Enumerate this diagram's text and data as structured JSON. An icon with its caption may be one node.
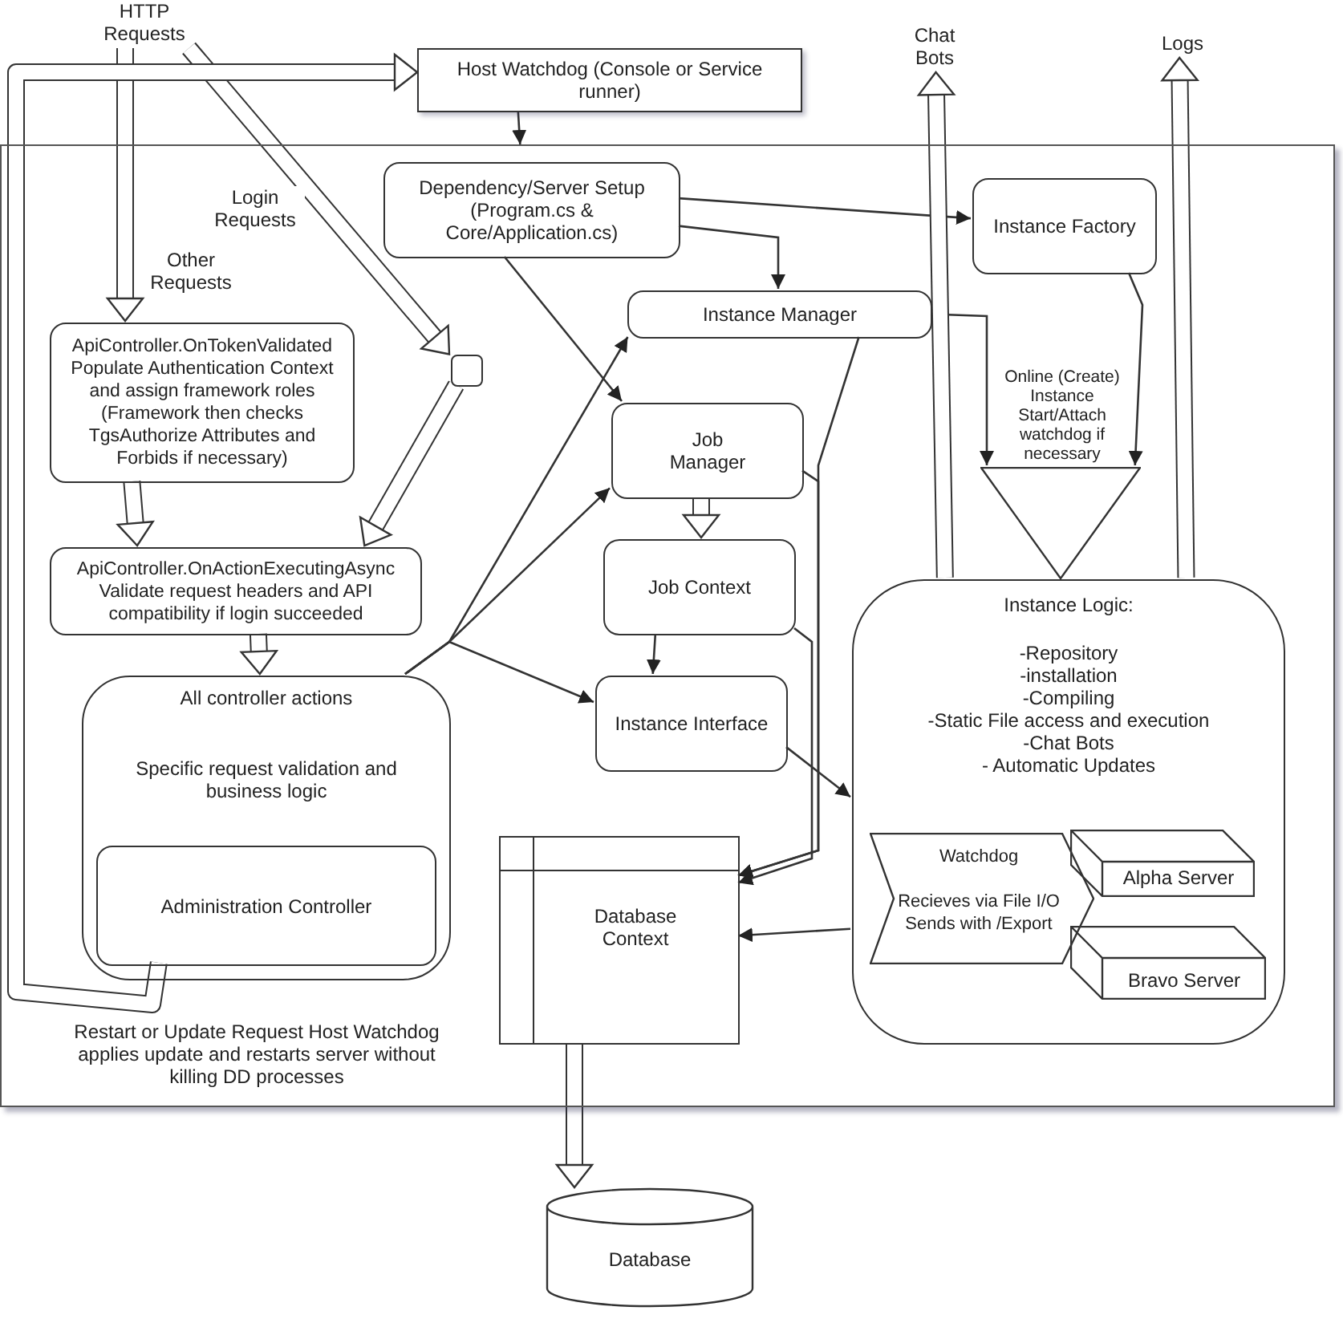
{
  "diagram": {
    "nodes": [
      {
        "text": [],
        "shape": "box"
      },
      {
        "text": [
          "HTTP Requests"
        ]
      },
      {
        "text": [
          "Host Watchdog (Console or Service runner)"
        ]
      },
      {
        "text": [
          "Chat Bots"
        ]
      },
      {
        "text": [
          "Logs"
        ]
      },
      {
        "text": [
          "Dependency/Server Setup (Program.cs & Core/Application.cs)"
        ],
        "in": 0
      },
      {
        "text": [
          "Instance Factory"
        ],
        "in": 0
      },
      {
        "text": [
          "ApiController.OnTokenValidated Populate Authentication Context and assign framework roles (Framework then checks TgsAuthorize Attributes and Forbids if necessary)"
        ],
        "in": 0
      },
      {
        "text": [],
        "shape": "box",
        "in": 0
      },
      {
        "text": [
          "Instance Manager"
        ],
        "in": 0
      },
      {
        "text": [],
        "shape": "triangle",
        "beside": [
          "Online (Create) Instance Start/Attach watchdog if necessary"
        ],
        "in": 0
      },
      {
        "text": [
          "Job Manager"
        ],
        "in": 0
      },
      {
        "text": [
          "ApiController.OnActionExecutingAsync Validate request headers and API compatibility if login succeeded"
        ],
        "in": 0
      },
      {
        "text": [
          "Job Context"
        ],
        "in": 0
      },
      {
        "text": [
          "All controller actions",
          "Specific request validation and business logic"
        ],
        "in": 0
      },
      {
        "text": [
          "Administration Controller"
        ],
        "in": 14
      },
      {
        "text": [
          "Instance Interface"
        ],
        "in": 0
      },
      {
        "text": [
          "Instance Logic:",
          "-Repository",
          "-installation",
          "-Compiling",
          "-Static File access and execution",
          "-Chat Bots",
          "- Automatic Updates"
        ],
        "in": 0
      },
      {
        "text": [
          "Watchdog",
          "Recieves via File I/O Sends with /Export"
        ],
        "in": 17
      },
      {
        "text": [
          "Alpha Server"
        ],
        "in": 17
      },
      {
        "text": [
          "Bravo Server"
        ],
        "in": 17
      },
      {
        "text": [
          "Database Context"
        ],
        "in": 0
      },
      {
        "text": [
          "Database"
        ]
      }
    ],
    "edges": [
      {
        "from": 1,
        "to": 7,
        "arrow": "to",
        "style": "thick",
        "label": "Other Requests"
      },
      {
        "from": 1,
        "to": 8,
        "arrow": "to",
        "style": "thick",
        "label": "Login Requests"
      },
      {
        "from": 8,
        "to": 12,
        "arrow": "to",
        "style": "thick"
      },
      {
        "from": 7,
        "to": 12,
        "arrow": "to",
        "style": "thick"
      },
      {
        "from": 12,
        "to": 14,
        "arrow": "to",
        "style": "thick"
      },
      {
        "from": 15,
        "to": 2,
        "arrow": "to",
        "style": "thick",
        "label": "Restart or Update Request Host Watchdog applies update and restarts server without killing DD processes"
      },
      {
        "from": 2,
        "to": 0,
        "arrow": "to"
      },
      {
        "from": 5,
        "to": 6,
        "arrow": "to"
      },
      {
        "from": 5,
        "to": 9,
        "arrow": "to"
      },
      {
        "from": 5,
        "to": 11,
        "arrow": "to"
      },
      {
        "from": 14,
        "to": 9,
        "arrow": "to"
      },
      {
        "from": 14,
        "to": 11,
        "arrow": "to"
      },
      {
        "from": 14,
        "to": 16,
        "arrow": "to"
      },
      {
        "from": 11,
        "to": 13,
        "arrow": "to",
        "style": "thick"
      },
      {
        "from": 13,
        "to": 16,
        "arrow": "to"
      },
      {
        "from": 9,
        "to": 21,
        "arrow": "to"
      },
      {
        "from": 11,
        "to": 21,
        "arrow": "to"
      },
      {
        "from": 13,
        "to": 21,
        "arrow": "to"
      },
      {
        "from": 16,
        "to": 17,
        "arrow": "to"
      },
      {
        "from": 17,
        "to": 21,
        "arrow": "to"
      },
      {
        "from": 21,
        "to": 22,
        "arrow": "to",
        "style": "thick"
      },
      {
        "from": 9,
        "to": 10,
        "arrow": "to"
      },
      {
        "from": 6,
        "to": 10,
        "arrow": "to"
      },
      {
        "from": 17,
        "to": 3,
        "arrow": "to",
        "style": "thick"
      },
      {
        "from": 17,
        "to": 4,
        "arrow": "to",
        "style": "thick"
      }
    ]
  }
}
